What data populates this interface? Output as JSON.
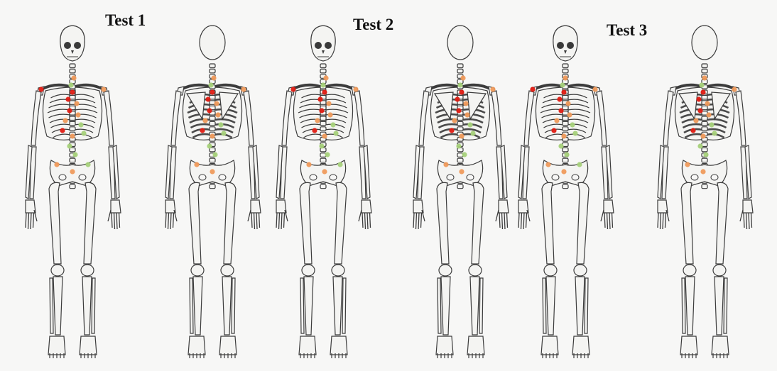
{
  "labels": {
    "test1": "Test 1",
    "test2": "Test 2",
    "test3": "Test 3"
  },
  "colors": {
    "background": "#f7f7f6",
    "bone_fill": "#f4f4f2",
    "bone_stroke": "#3c3c3c",
    "rib_dark": "#4a4a4a",
    "marker_red": "#e01b12",
    "marker_orange": "#ef9a5b",
    "marker_green": "#a7d17a"
  },
  "figures": [
    {
      "id": "test1-front",
      "view": "front",
      "test": "test1"
    },
    {
      "id": "test1-back",
      "view": "back",
      "test": "test1"
    },
    {
      "id": "test2-front",
      "view": "front",
      "test": "test2"
    },
    {
      "id": "test2-back",
      "view": "back",
      "test": "test2"
    },
    {
      "id": "test3-front",
      "view": "front",
      "test": "test3"
    },
    {
      "id": "test3-back",
      "view": "back",
      "test": "test3"
    }
  ]
}
